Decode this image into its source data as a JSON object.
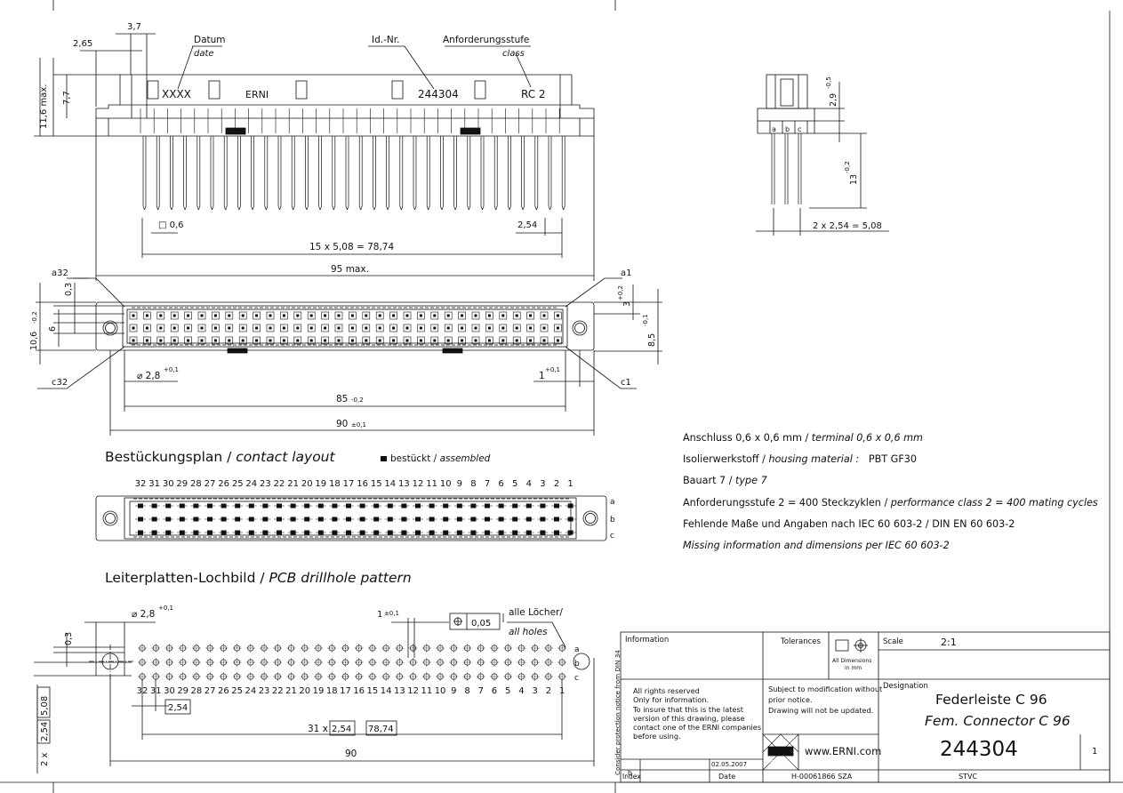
{
  "labels": {
    "datum": "Datum",
    "date": "date",
    "idnr": "Id.-Nr.",
    "anf": "Anforderungsstufe",
    "class": "class",
    "marks": [
      "XXXX",
      "ERNI",
      "244304",
      "RC 2"
    ],
    "side_abc": [
      "a",
      "b",
      "c"
    ],
    "row_abc": [
      "a",
      "b",
      "c"
    ],
    "corner": [
      "a32",
      "c32",
      "a1",
      "c1"
    ],
    "pcb_abc": [
      "a",
      "b",
      "c"
    ]
  },
  "dims": {
    "d_3_7": "3,7",
    "d_2_65": "2,65",
    "d_7_7": "7,7",
    "d_11_6": "11,6 max.",
    "d_0_6": "□ 0,6",
    "d_2_54": "2,54",
    "d_15x": "15 x 5,08 = 78,74",
    "d_95": "95 max.",
    "d_2_9": "2,9",
    "d_2_9_tol": "-0,5",
    "d_13": "13",
    "d_13_tol": "-0,2",
    "d_2x254": "2 x 2,54 = 5,08",
    "d_0_3": "0,3",
    "d_6": "6",
    "d_10_6": "10,6",
    "d_10_6_tol": "-0,2",
    "d_3": "3",
    "d_3_tol": "+0,2",
    "d_8_5": "8,5",
    "d_8_5_tol": "-0,1",
    "d_dia": "⌀ 2,8",
    "d_dia_tol": "+0,1",
    "d_1": "1",
    "d_1_tol": "+0,1",
    "d_85": "85",
    "d_85_tol": "-0,2",
    "d_90": "90",
    "d_90_tol": "±0,1",
    "p_dia": "⌀ 2,8",
    "p_dia_tol": "+0,1",
    "p_1": "1",
    "p_1_tol": "±0,1",
    "p_fcf": "0,05",
    "p_alle": "alle Löcher/",
    "p_all": "all holes",
    "p_0_3": "0,3",
    "p_2x": "2 x",
    "p_2_54": "2,54",
    "p_5_08": "5,08",
    "p_254b": "2,54",
    "p_31x": "31 x",
    "p_254c": "2,54",
    "p_78": "78,74",
    "p_90": "90"
  },
  "numbers": [
    "32",
    "31",
    "30",
    "29",
    "28",
    "27",
    "26",
    "25",
    "24",
    "23",
    "22",
    "21",
    "20",
    "19",
    "18",
    "17",
    "16",
    "15",
    "14",
    "13",
    "12",
    "11",
    "10",
    "9",
    "8",
    "7",
    "6",
    "5",
    "4",
    "3",
    "2",
    "1"
  ],
  "sections": {
    "layout_de": "Bestückungsplan",
    "layout_en": "contact layout",
    "pcb_de": "Leiterplatten-Lochbild",
    "pcb_en": "PCB drillhole pattern",
    "legend_de": "bestückt",
    "legend_en": "assembled"
  },
  "notes": [
    {
      "de": "Anschluss 0,6 x 0,6 mm",
      "en": "terminal 0,6 x 0,6 mm",
      "extra": ""
    },
    {
      "de": "Isolierwerkstoff",
      "en": "housing material :",
      "extra": "PBT GF30"
    },
    {
      "de": "Bauart 7",
      "en": "type 7",
      "extra": ""
    },
    {
      "de": "Anforderungsstufe 2 = 400 Steckzyklen",
      "en": "performance class 2 = 400 mating cycles",
      "extra": ""
    },
    {
      "de": "Fehlende Maße und Angaben nach IEC 60 603-2 / DIN EN 60 603-2",
      "en": "",
      "extra": ""
    },
    {
      "de": "",
      "en": "Missing information and dimensions per IEC 60 603-2",
      "extra": ""
    }
  ],
  "titleblock": {
    "information": "Information",
    "tolerances": "Tolerances",
    "all_dims": "All Dimensions",
    "in_mm": "in mm",
    "scale_label": "Scale",
    "scale_value": "2:1",
    "rights": [
      "All rights reserved",
      "Only for information.",
      "To insure that this is the latest",
      "version of this drawing, please",
      "contact one of the ERNI companies",
      "before using."
    ],
    "subject": [
      "Subject to modification without",
      "prior notice.",
      "Drawing will not be updated."
    ],
    "designation_label": "Designation",
    "designation_1": "Federleiste C 96",
    "designation_2": "Fem. Connector C 96",
    "part_no": "244304",
    "sheet": "1",
    "erni": "ERNI",
    "web": "www.ERNI.com",
    "protect": "Consider protection notice from DIN 34",
    "index_b": "b",
    "index_label": "Index",
    "date_value": "02.05.2007",
    "date_label": "Date",
    "doc_code": "H-00061866 SZA",
    "author": "STVC"
  }
}
